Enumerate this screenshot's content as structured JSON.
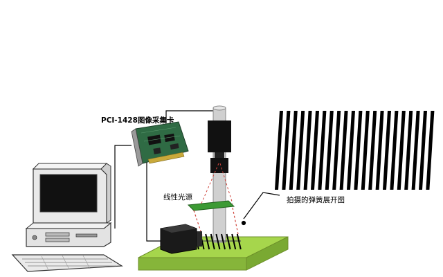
{
  "labels": {
    "capture_card": "PCI-1428图像采集卡",
    "line_light_source": "线性光源",
    "spring_unfolded_image": "拍摄的弹簧展开图"
  },
  "colors": {
    "platform": "#a6d64c",
    "platform_side": "#86b53a",
    "light_bar": "#3c9a34",
    "camera": "#111111",
    "pole": "#d0d0d0",
    "light_beam": "#d0443c",
    "pcb": "#2f6b44",
    "monitor_screen": "#111111",
    "computer_body": "#e8e8e8"
  },
  "icons": [
    "computer-icon",
    "capture-card-icon",
    "camera-icon",
    "line-light-icon",
    "spring-icon",
    "spring-image-icon"
  ]
}
